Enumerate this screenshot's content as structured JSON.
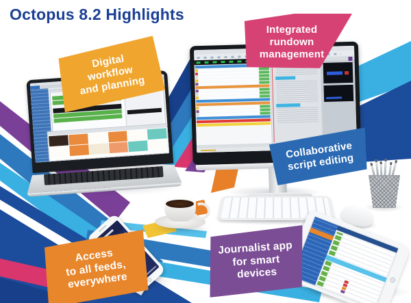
{
  "title": {
    "text": "Octopus 8.2 Highlights",
    "color": "#1a3f93"
  },
  "banners": [
    {
      "name": "digital-workflow",
      "label": "Digital\nworkflow\nand planning",
      "color": "#f0a52f"
    },
    {
      "name": "integrated-rundown",
      "label": "Integrated\nrundown\nmanagement",
      "color": "#d64273"
    },
    {
      "name": "collaborative-script",
      "label": "Collaborative\nscript editing",
      "color": "#2b6ab3"
    },
    {
      "name": "access-feeds",
      "label": "Access\nto all feeds,\neverywhere",
      "color": "#e8862b"
    },
    {
      "name": "journalist-app",
      "label": "Journalist app\nfor smart\ndevices",
      "color": "#7b4d95"
    }
  ],
  "palette": {
    "ribbon_cyan": "#3ab0e2",
    "ribbon_light_cyan": "#55c0ea",
    "ribbon_blue": "#2e79be",
    "ribbon_dark_blue": "#1c4c9c",
    "ribbon_navy": "#173f8a",
    "ribbon_purple": "#7a3f97",
    "ribbon_magenta": "#d9366e",
    "ribbon_orange": "#e8802a",
    "ribbon_yellow": "#f2c335"
  }
}
